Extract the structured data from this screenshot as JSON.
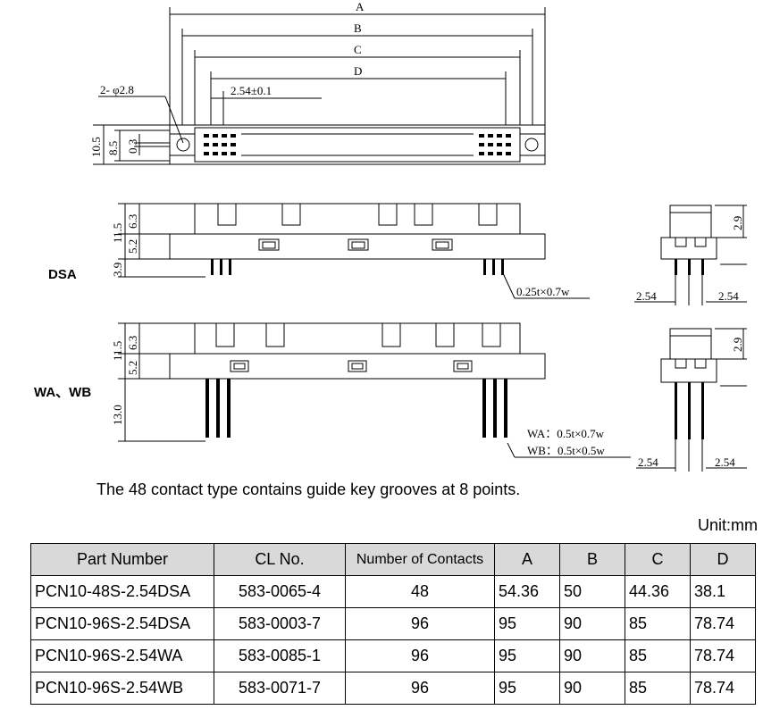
{
  "drawing": {
    "dims_top": {
      "a": "A",
      "b": "B",
      "c": "C",
      "d": "D",
      "hole": "2- φ2.8",
      "pitch": "2.54±0.1"
    },
    "dims_top_left": {
      "h1": "10.5",
      "h2": "8.5",
      "h3": "0.3"
    },
    "dsa": {
      "label": "DSA",
      "h1": "11.5",
      "h2": "6.3",
      "h3": "5.2",
      "h4": "3.9",
      "pin_note": "0.25t×0.7w"
    },
    "wawb": {
      "label": "WA、WB",
      "h1": "11.5",
      "h2": "6.3",
      "h3": "5.2",
      "h4": "13.0",
      "note_wa": "WA：0.5t×0.7w",
      "note_wb": "WB：0.5t×0.5w"
    },
    "side_dsa": {
      "h": "2.9",
      "left": "2.54",
      "right": "2.54"
    },
    "side_wawb": {
      "h": "2.9",
      "left": "2.54",
      "right": "2.54"
    }
  },
  "note": "The 48 contact type contains guide key grooves at 8 points.",
  "unit": "Unit:mm",
  "table": {
    "headers": [
      "Part Number",
      "CL No.",
      "Number of Contacts",
      "A",
      "B",
      "C",
      "D"
    ],
    "rows": [
      [
        "PCN10-48S-2.54DSA",
        "583-0065-4",
        "48",
        "54.36",
        "50",
        "44.36",
        "38.1"
      ],
      [
        "PCN10-96S-2.54DSA",
        "583-0003-7",
        "96",
        "95",
        "90",
        "85",
        "78.74"
      ],
      [
        "PCN10-96S-2.54WA",
        "583-0085-1",
        "96",
        "95",
        "90",
        "85",
        "78.74"
      ],
      [
        "PCN10-96S-2.54WB",
        "583-0071-7",
        "96",
        "95",
        "90",
        "85",
        "78.74"
      ]
    ]
  }
}
